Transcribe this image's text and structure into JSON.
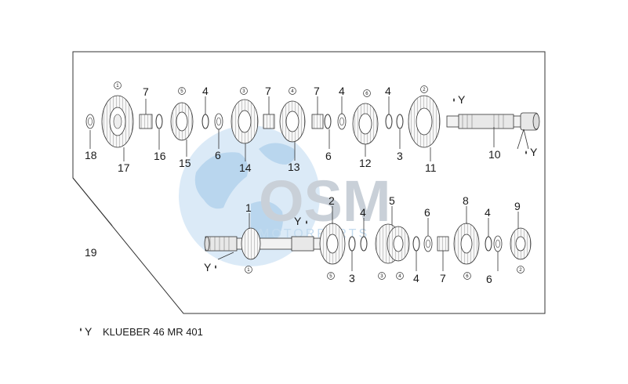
{
  "watermark": {
    "logo": "OSM",
    "subtitle": "MOTORPARTS"
  },
  "legend": {
    "symbol": "Y",
    "text": "KLUEBER 46 MR 401"
  },
  "callouts": {
    "c1": "1",
    "c2": "2",
    "c3": "3",
    "c4": "4",
    "c5": "5",
    "c6": "6",
    "c7": "7",
    "c8": "8",
    "c9": "9",
    "c10": "10",
    "c11": "11",
    "c12": "12",
    "c13": "13",
    "c14": "14",
    "c15": "15",
    "c16": "16",
    "c17": "17",
    "c18": "18",
    "c19": "19",
    "y": "Y"
  },
  "circled": {
    "g1": "1",
    "g2": "2",
    "g3": "3",
    "g4": "4",
    "g5": "5",
    "g6": "6"
  }
}
